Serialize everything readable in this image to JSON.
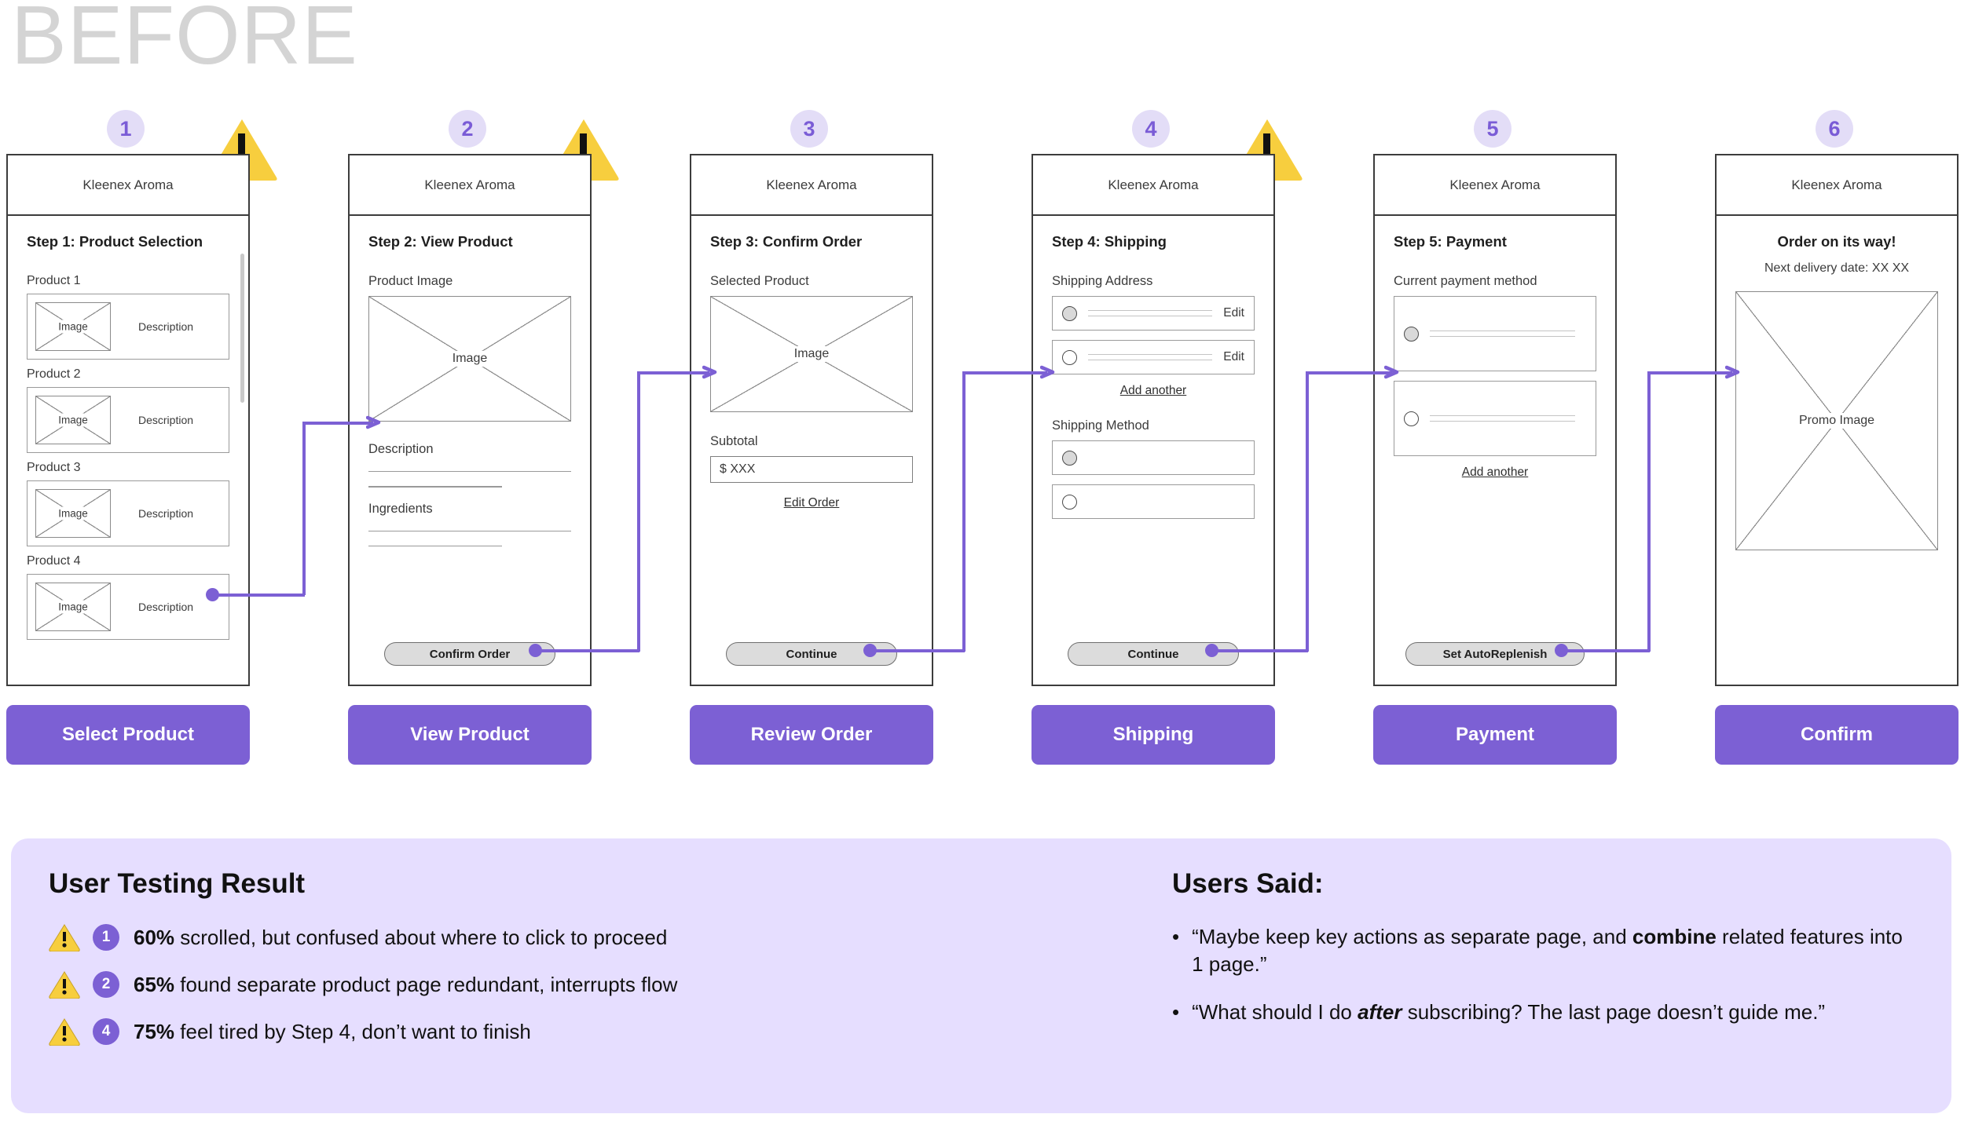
{
  "title": "BEFORE",
  "app_name": "Kleenex Aroma",
  "steps": [
    {
      "badge": "1",
      "screen_title": "Step 1: Product Selection",
      "label": "Select Product",
      "has_warning": true
    },
    {
      "badge": "2",
      "screen_title": "Step 2: View Product",
      "label": "View Product",
      "has_warning": true
    },
    {
      "badge": "3",
      "screen_title": "Step 3: Confirm Order",
      "label": "Review Order",
      "has_warning": false
    },
    {
      "badge": "4",
      "screen_title": "Step 4: Shipping",
      "label": "Shipping",
      "has_warning": true
    },
    {
      "badge": "5",
      "screen_title": "Step 5: Payment",
      "label": "Payment",
      "has_warning": false
    },
    {
      "badge": "6",
      "screen_title": "Order on its way!",
      "label": "Confirm",
      "has_warning": false
    }
  ],
  "screen1": {
    "products": [
      {
        "name": "Product 1",
        "image": "Image",
        "description": "Description"
      },
      {
        "name": "Product 2",
        "image": "Image",
        "description": "Description"
      },
      {
        "name": "Product 3",
        "image": "Image",
        "description": "Description"
      },
      {
        "name": "Product 4",
        "image": "Image",
        "description": "Description"
      }
    ]
  },
  "screen2": {
    "image_label": "Product Image",
    "image_placeholder": "Image",
    "description_label": "Description",
    "ingredients_label": "Ingredients",
    "cta": "Confirm Order"
  },
  "screen3": {
    "selected_label": "Selected Product",
    "image_placeholder": "Image",
    "subtotal_label": "Subtotal",
    "subtotal_value": "$ XXX",
    "edit_order_link": "Edit Order",
    "cta": "Continue"
  },
  "screen4": {
    "address_label": "Shipping Address",
    "edit_1": "Edit",
    "edit_2": "Edit",
    "add_another": "Add another",
    "method_label": "Shipping Method",
    "cta": "Continue"
  },
  "screen5": {
    "payment_label": "Current payment method",
    "add_another": "Add another",
    "cta": "Set AutoReplenish"
  },
  "screen6": {
    "heading": "Order on its way!",
    "subheading": "Next delivery date: XX XX",
    "promo_image": "Promo Image"
  },
  "panel": {
    "left_heading": "User Testing Result",
    "findings": [
      {
        "num": "1",
        "stat": "60%",
        "text": " scrolled, but confused about where to click to proceed"
      },
      {
        "num": "2",
        "stat": "65%",
        "text": " found separate product page redundant, interrupts flow"
      },
      {
        "num": "4",
        "stat": "75%",
        "text": " feel tired by Step 4, don’t want to finish"
      }
    ],
    "right_heading": "Users Said:",
    "quotes": [
      {
        "pre": "“Maybe keep key actions as separate page, and ",
        "em": "combine",
        "post": " related features into 1 page.”",
        "em_style": "bold"
      },
      {
        "pre": "“What should I do ",
        "em": "after",
        "post": " subscribing? The last page doesn’t guide me.”",
        "em_style": "bolditalic"
      }
    ]
  },
  "colors": {
    "accent": "#7c60d4",
    "badge_bg": "#e3ddf7",
    "panel_bg": "#e6deff",
    "warning": "#f7ce3e",
    "title_gray": "#d4d4d4"
  }
}
